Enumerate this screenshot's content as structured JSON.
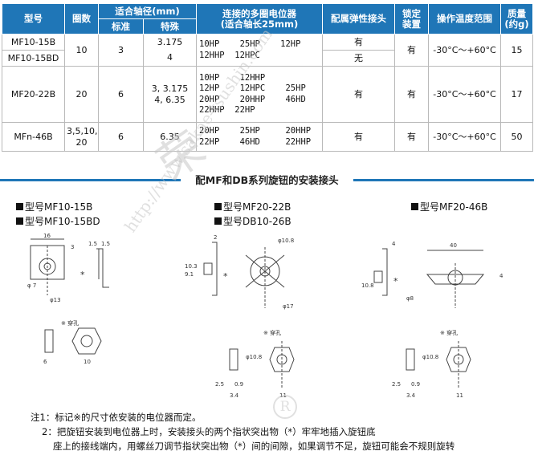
{
  "table": {
    "headers": {
      "model": "型号",
      "turns": "圈数",
      "shaft_group": "适合轴径(mm)",
      "shaft_std": "标准",
      "shaft_special": "特殊",
      "pot_line1": "连接的多圈电位器",
      "pot_line2": "(适合轴长25mm)",
      "spring": "配属弹性接头",
      "lock_line1": "锁定",
      "lock_line2": "装置",
      "temp": "操作温度范围",
      "mass_line1": "质量",
      "mass_line2": "(约g)"
    },
    "rows": [
      {
        "model_a": "MF10-15B",
        "model_b": "MF10-15BD",
        "turns": "10",
        "std": "3",
        "special_a": "3.175",
        "special_b": "4",
        "pots": "10HP    25HP    12HP\n12HHP  12HPC",
        "spring_a": "有",
        "spring_b": "无",
        "lock": "有",
        "temp": "-30°C～+60°C",
        "mass": "15"
      },
      {
        "model": "MF20-22B",
        "turns": "20",
        "std": "6",
        "special_a": "3, 3.175",
        "special_b": "4, 6.35",
        "pots": "10HP    12HHP\n12HP    12HPC    25HP\n20HP    20HHP    46HD\n22HHP  22HP",
        "spring": "有",
        "lock": "有",
        "temp": "-30°C～+60°C",
        "mass": "17"
      },
      {
        "model": "MFn-46B",
        "turns": "3,5,10,\n20",
        "std": "6",
        "special": "6.35",
        "pots": "20HP    25HP     20HHP\n22HP    46HD     22HHP",
        "spring": "有",
        "lock": "有",
        "temp": "-30°C～+60°C",
        "mass": "50"
      }
    ]
  },
  "section": {
    "title": "配MF和DB系列旋钮的安装接头",
    "labels": {
      "mf10a": "型号MF10-15B",
      "mf10b": "型号MF10-15BD",
      "mf20a": "型号MF20-22B",
      "mf20b": "型号DB10-26B",
      "mf46": "型号MF20-46B"
    },
    "dims": {
      "d16": "16",
      "d3": "3",
      "d1_5": "1.5",
      "d13": "φ13",
      "d7": "φ 7",
      "d6": "6",
      "d10": "10",
      "through_hole": "※ 穿孔",
      "d10_8": "φ10.8",
      "d17": "φ17",
      "d9_1": "9.1",
      "d10_3": "10.3",
      "d2": "2",
      "d40": "40",
      "d4": "4",
      "d10_8b": "10.8",
      "d8": "φ8",
      "d2_5": "2.5",
      "d0_9": "0.9",
      "d3_4": "3.4",
      "d11": "11",
      "d10_8c": "φ10.8"
    },
    "star": "*"
  },
  "notes": {
    "n1": "注1：标记※的尺寸依安装的电位器而定。",
    "n2a": "2：把旋钮安装到电位器上时，安装接头的两个指状突出物（*）牢牢地插入旋钮底",
    "n2b": "座上的接线端内，用螺丝刀调节指状突出物（*）间的间隙，如果调节不足，旋钮可能会不规则旋转"
  },
  "watermark": {
    "text": "http://www.sakae-tsushin.com",
    "brand": "荣",
    "mark": "R"
  },
  "colors": {
    "header": "#1f76b7",
    "border": "#b9b9b9"
  }
}
